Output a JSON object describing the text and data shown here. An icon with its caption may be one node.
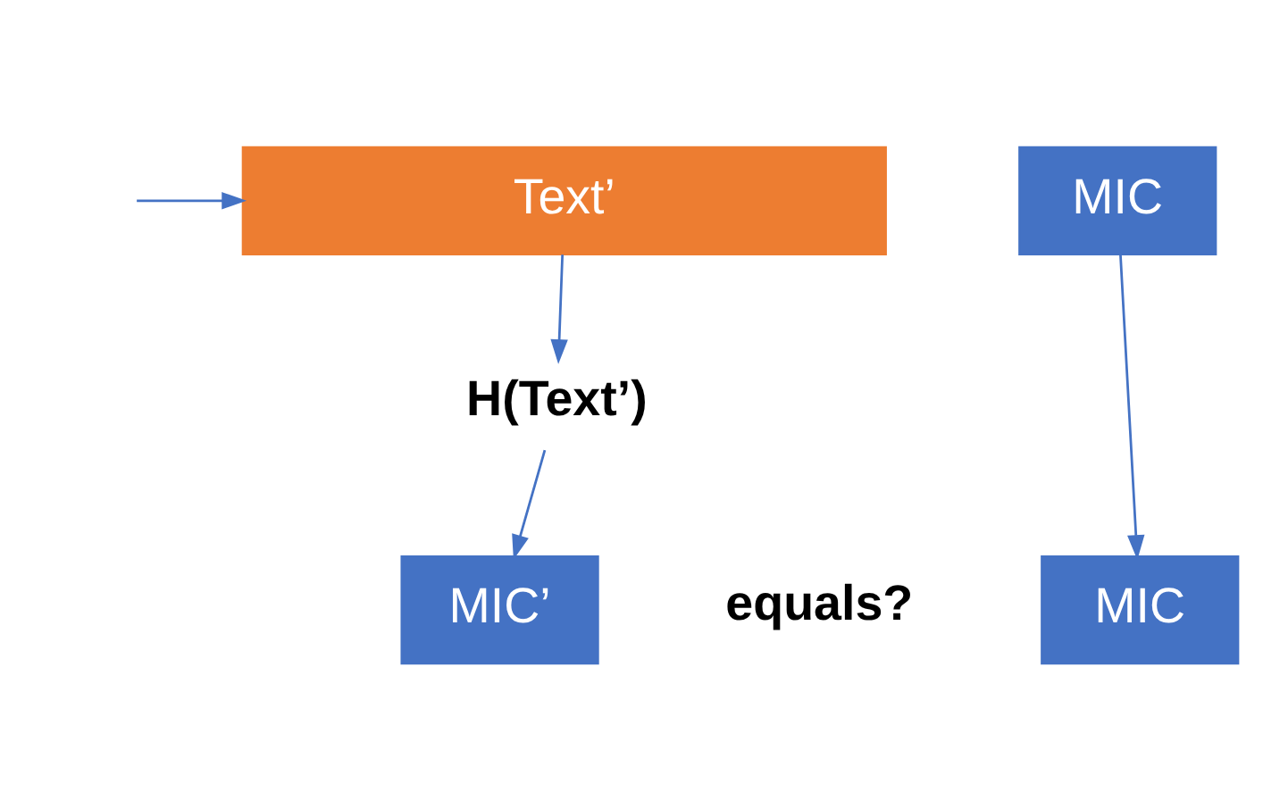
{
  "diagram": {
    "nodes": [
      {
        "text": [
          "Text’"
        ]
      },
      {
        "text": [
          "MIC"
        ]
      },
      {
        "text": [
          "H(Text’)"
        ]
      },
      {
        "text": [
          "MIC’"
        ]
      },
      {
        "text": [
          "MIC"
        ]
      }
    ],
    "edges": [
      {
        "from": null,
        "to": 0,
        "arrow": "to"
      },
      {
        "from": 0,
        "to": 2,
        "arrow": "to"
      },
      {
        "from": 2,
        "to": 3,
        "arrow": "to"
      },
      {
        "from": 1,
        "to": 4,
        "arrow": "to"
      }
    ],
    "labels": [
      "equals?"
    ]
  }
}
